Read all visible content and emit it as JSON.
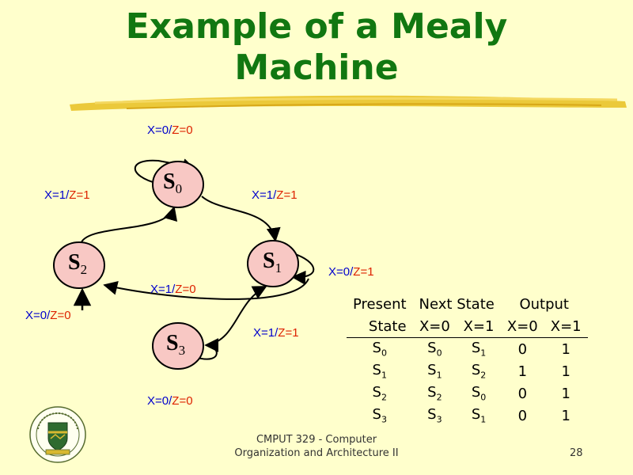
{
  "title": {
    "line1": "Example of a Mealy",
    "line2": "Machine"
  },
  "states": [
    {
      "letter": "S",
      "sub": "0"
    },
    {
      "letter": "S",
      "sub": "1"
    },
    {
      "letter": "S",
      "sub": "2"
    },
    {
      "letter": "S",
      "sub": "3"
    }
  ],
  "transitions": {
    "s0_self": {
      "x": "X=0/",
      "z": "Z=0"
    },
    "s0_to_s1": {
      "x": "X=1/",
      "z": "Z=1"
    },
    "s1_self": {
      "x": "X=0/",
      "z": "Z=1"
    },
    "s1_to_s2": {
      "x": "X=1/",
      "z": "Z=0"
    },
    "s2_to_s0": {
      "x": "X=1/",
      "z": "Z=1"
    },
    "s2_to_s3": {
      "x": "X=0/",
      "z": "Z=0"
    },
    "s3_to_s1": {
      "x": "X=1/",
      "z": "Z=1"
    },
    "s3_self": {
      "x": "X=0/",
      "z": "Z=0"
    }
  },
  "table": {
    "header1": [
      "Present",
      "Next State",
      "Output"
    ],
    "header2": [
      "State",
      "X=0",
      "X=1",
      "X=0",
      "X=1"
    ],
    "rows": [
      {
        "present": "S",
        "present_sub": "0",
        "n0": "S",
        "n0_sub": "0",
        "n1": "S",
        "n1_sub": "1",
        "o0": "0",
        "o1": "1"
      },
      {
        "present": "S",
        "present_sub": "1",
        "n0": "S",
        "n0_sub": "1",
        "n1": "S",
        "n1_sub": "2",
        "o0": "1",
        "o1": "1"
      },
      {
        "present": "S",
        "present_sub": "2",
        "n0": "S",
        "n0_sub": "2",
        "n1": "S",
        "n1_sub": "0",
        "o0": "0",
        "o1": "1"
      },
      {
        "present": "S",
        "present_sub": "3",
        "n0": "S",
        "n0_sub": "3",
        "n1": "S",
        "n1_sub": "1",
        "o0": "0",
        "o1": "1"
      }
    ]
  },
  "footer": {
    "line1": "CMPUT 329 - Computer",
    "line2": "Organization and Architecture II",
    "page": "28"
  },
  "colors": {
    "title": "#117711",
    "input": "#0000cc",
    "output": "#dd2200",
    "state_fill": "#f8c8c4",
    "background": "#ffffcc"
  },
  "logo": {
    "icon": "university-of-alberta-crest"
  }
}
